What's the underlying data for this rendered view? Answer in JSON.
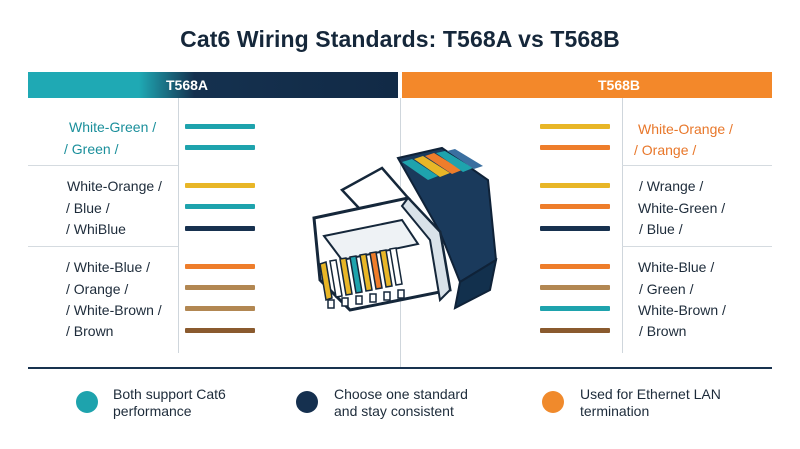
{
  "title": "Cat6 Wiring Standards: T568A vs T568B",
  "headers": {
    "a": "T568A",
    "b": "T568B"
  },
  "left_labels": [
    "White-Green /",
    "/ Green /",
    "White-Orange /",
    "/ Blue /",
    "/ WhiBlue",
    "/ White-Blue /",
    "/ Orange /",
    "/ White-Brown /",
    "/ Brown"
  ],
  "right_labels": [
    "White-Orange /",
    "/ Orange /",
    "/ Wrange /",
    "White-Green /",
    "/ Blue /",
    "White-Blue /",
    "/ Green /",
    "White-Brown /",
    "/ Brown"
  ],
  "left_wire_colors": [
    "#1ea3ad",
    "#1ea3ad",
    "#e8b627",
    "#1ea3ad",
    "#17314f",
    "#ee7d2b",
    "#b28752",
    "#b28752",
    "#8a5a2e"
  ],
  "right_wire_colors": [
    "#e8b627",
    "#ee7d2b",
    "#e8b627",
    "#ee7d2b",
    "#17314f",
    "#ee7d2b",
    "#b28752",
    "#1ea3ad",
    "#8a5a2e"
  ],
  "legend": [
    {
      "line1": "Both support Cat6",
      "line2": "performance",
      "color": "#1ea3ad"
    },
    {
      "line1": "Choose one standard",
      "line2": "and stay consistent",
      "color": "#15304f"
    },
    {
      "line1": "Used for Ethernet LAN",
      "line2": "termination",
      "color": "#f08a2c"
    }
  ]
}
